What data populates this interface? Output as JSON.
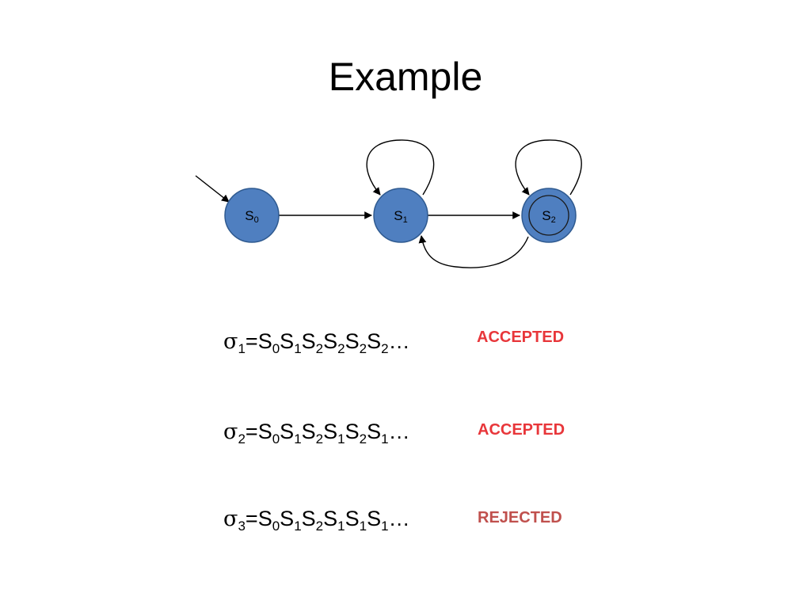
{
  "title": "Example",
  "colors": {
    "node_fill": "#4f7fc0",
    "node_stroke": "#2f5a90",
    "accepted": "#e8363a",
    "rejected": "#c0504d"
  },
  "states": [
    {
      "name": "S",
      "sub": "0",
      "accepting": false,
      "initial": true
    },
    {
      "name": "S",
      "sub": "1",
      "accepting": false,
      "initial": false
    },
    {
      "name": "S",
      "sub": "2",
      "accepting": true,
      "initial": false
    }
  ],
  "transitions": [
    {
      "from": "S0",
      "to": "S1"
    },
    {
      "from": "S1",
      "to": "S1"
    },
    {
      "from": "S1",
      "to": "S2"
    },
    {
      "from": "S2",
      "to": "S2"
    },
    {
      "from": "S2",
      "to": "S1"
    }
  ],
  "runs": [
    {
      "sigma": "σ",
      "index": "1",
      "prefix": "=",
      "seq": [
        [
          "S",
          "0"
        ],
        [
          "S",
          "1"
        ],
        [
          "S",
          "2"
        ],
        [
          "S",
          "2"
        ],
        [
          "S",
          "2"
        ],
        [
          "S",
          "2"
        ]
      ],
      "ellipsis": "…",
      "verdict": "ACCEPTED"
    },
    {
      "sigma": "σ",
      "index": "2",
      "prefix": "=",
      "seq": [
        [
          "S",
          "0"
        ],
        [
          "S",
          "1"
        ],
        [
          "S",
          "2"
        ],
        [
          "S",
          "1"
        ],
        [
          "S",
          "2"
        ],
        [
          "S",
          "1"
        ]
      ],
      "ellipsis": "…",
      "verdict": "ACCEPTED"
    },
    {
      "sigma": "σ",
      "index": "3",
      "prefix": "=",
      "seq": [
        [
          "S",
          "0"
        ],
        [
          "S",
          "1"
        ],
        [
          "S",
          "2"
        ],
        [
          "S",
          "1"
        ],
        [
          "S",
          "1"
        ],
        [
          "S",
          "1"
        ]
      ],
      "ellipsis": "…",
      "verdict": "REJECTED"
    }
  ]
}
